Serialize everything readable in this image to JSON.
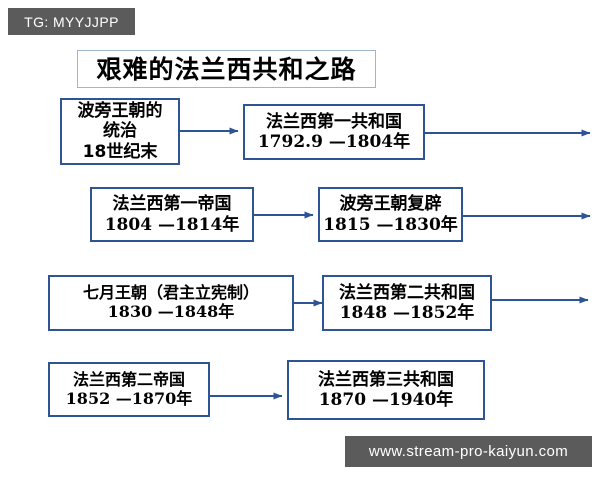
{
  "watermarks": {
    "top_badge": "TG: MYYJJPP",
    "bottom_badge": "www.stream-pro-kaiyun.com"
  },
  "diagram": {
    "title": "艰难的法兰西共和之路",
    "accent_color": "#2f5496",
    "title_border_color": "#9fb4cf",
    "nodes": [
      {
        "id": "bourbon-rule",
        "line1": "波旁王朝的",
        "line2": "统治",
        "line3": "18世纪末"
      },
      {
        "id": "first-republic",
        "line1": "法兰西第一共和国",
        "line2": "1792.9 —1804年"
      },
      {
        "id": "first-empire",
        "line1": "法兰西第一帝国",
        "line2": "1804 —1814年"
      },
      {
        "id": "bourbon-restoration",
        "line1": "波旁王朝复辟",
        "line2": "1815 —1830年"
      },
      {
        "id": "july-monarchy",
        "line1": "七月王朝（君主立宪制）",
        "line2": "1830 —1848年"
      },
      {
        "id": "second-republic",
        "line1": "法兰西第二共和国",
        "line2": "1848 —1852年"
      },
      {
        "id": "second-empire",
        "line1": "法兰西第二帝国",
        "line2": "1852 —1870年"
      },
      {
        "id": "third-republic",
        "line1": "法兰西第三共和国",
        "line2": "1870 —1940年"
      }
    ]
  }
}
